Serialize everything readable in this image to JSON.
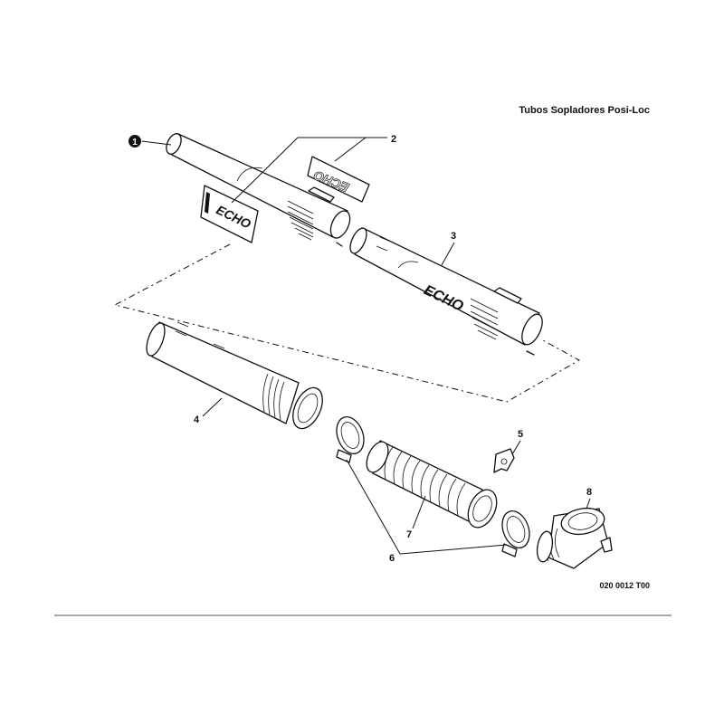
{
  "diagram": {
    "title": "Tubos Sopladores Posi-Loc",
    "drawing_code": "020 0012 T00",
    "brand": "ECHO",
    "callouts": {
      "1": "1",
      "2": "2",
      "3": "3",
      "4": "4",
      "5": "5",
      "6": "6",
      "7": "7",
      "8": "8"
    },
    "parts": [
      {
        "id": "1",
        "name": "blower-pipe-straight"
      },
      {
        "id": "2",
        "name": "echo-decal-pair"
      },
      {
        "id": "3",
        "name": "blower-pipe-middle"
      },
      {
        "id": "4",
        "name": "blower-pipe-lower"
      },
      {
        "id": "5",
        "name": "wing-nut"
      },
      {
        "id": "6",
        "name": "hose-clamp"
      },
      {
        "id": "7",
        "name": "flex-pipe"
      },
      {
        "id": "8",
        "name": "elbow-joint"
      }
    ]
  }
}
